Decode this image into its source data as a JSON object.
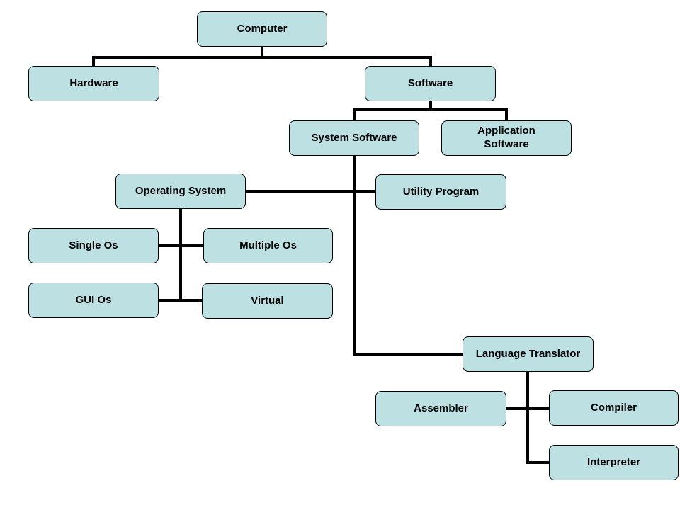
{
  "diagram": {
    "type": "hierarchy-flowchart",
    "nodes": {
      "computer": {
        "label": "Computer"
      },
      "hardware": {
        "label": "Hardware"
      },
      "software": {
        "label": "Software"
      },
      "system_software": {
        "label": "System Software"
      },
      "application_software": {
        "label": "Application Software"
      },
      "operating_system": {
        "label": "Operating System"
      },
      "utility_program": {
        "label": "Utility Program"
      },
      "single_os": {
        "label": "Single Os"
      },
      "multiple_os": {
        "label": "Multiple Os"
      },
      "gui_os": {
        "label": "GUI Os"
      },
      "virtual": {
        "label": "Virtual"
      },
      "language_translator": {
        "label": "Language Translator"
      },
      "assembler": {
        "label": "Assembler"
      },
      "compiler": {
        "label": "Compiler"
      },
      "interpreter": {
        "label": "Interpreter"
      }
    },
    "edges": [
      [
        "Computer",
        "Hardware"
      ],
      [
        "Computer",
        "Software"
      ],
      [
        "Software",
        "System Software"
      ],
      [
        "Software",
        "Application Software"
      ],
      [
        "System Software",
        "Operating System"
      ],
      [
        "System Software",
        "Utility Program"
      ],
      [
        "System Software",
        "Language Translator"
      ],
      [
        "Operating System",
        "Single Os"
      ],
      [
        "Operating System",
        "Multiple Os"
      ],
      [
        "Operating System",
        "GUI Os"
      ],
      [
        "Operating System",
        "Virtual"
      ],
      [
        "Language Translator",
        "Assembler"
      ],
      [
        "Language Translator",
        "Compiler"
      ],
      [
        "Language Translator",
        "Interpreter"
      ]
    ],
    "colors": {
      "background": "#ffffff",
      "node_fill": "#bde0e3",
      "node_border": "#000000",
      "connector": "#000000",
      "text": "#000000"
    }
  }
}
